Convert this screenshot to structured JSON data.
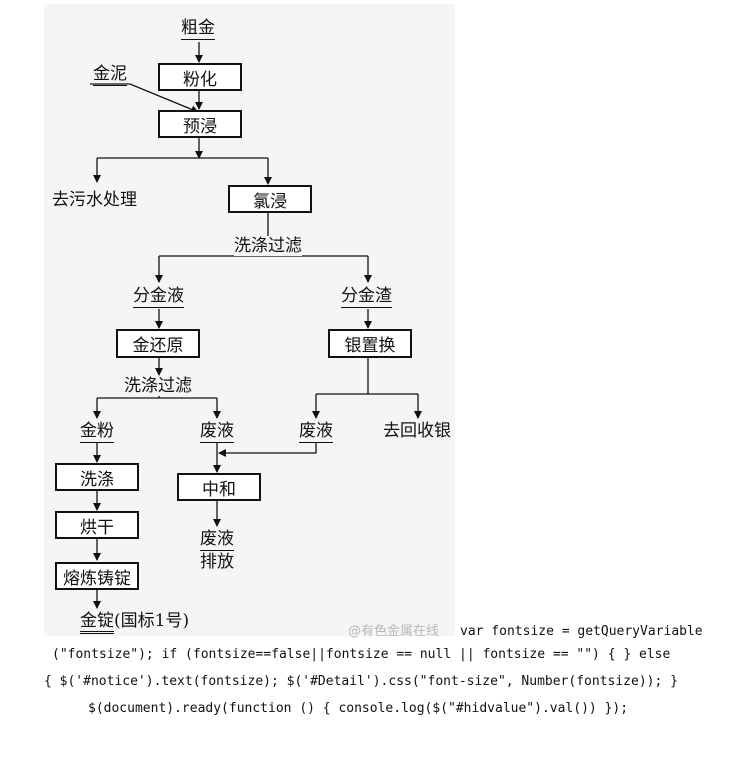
{
  "nodes": {
    "crude_gold": "粗金",
    "gold_mud": "金泥",
    "pulverize": "粉化",
    "pre_leach": "预浸",
    "wastewater": "去污水处理",
    "chlorine_leach": "氯浸",
    "wash_filter_1": "洗涤过滤",
    "gold_liquid": "分金液",
    "gold_residue": "分金渣",
    "gold_reduction": "金还原",
    "silver_replace": "银置换",
    "wash_filter_2": "洗涤过滤",
    "gold_powder": "金粉",
    "waste_liquid_1": "废液",
    "waste_liquid_2": "废液",
    "silver_recovery": "去回收银",
    "washing": "洗涤",
    "neutralize": "中和",
    "drying": "烘干",
    "waste_liquid_3": "废液",
    "discharge": "排放",
    "smelt_cast": "熔炼铸锭",
    "gold_ingot": "金锭",
    "gold_ingot_note": "(国标1号)"
  },
  "watermark": "@有色金属在线",
  "code_lines": [
    "var fontsize = getQueryVariable",
    "(\"fontsize\"); if (fontsize==false||fontsize == null || fontsize == \"\") { } else",
    "{ $('#notice').text(fontsize); $('#Detail').css(\"font-size\", Number(fontsize)); }",
    "$(document).ready(function () { console.log($(\"#hidvalue\").val()) });"
  ]
}
